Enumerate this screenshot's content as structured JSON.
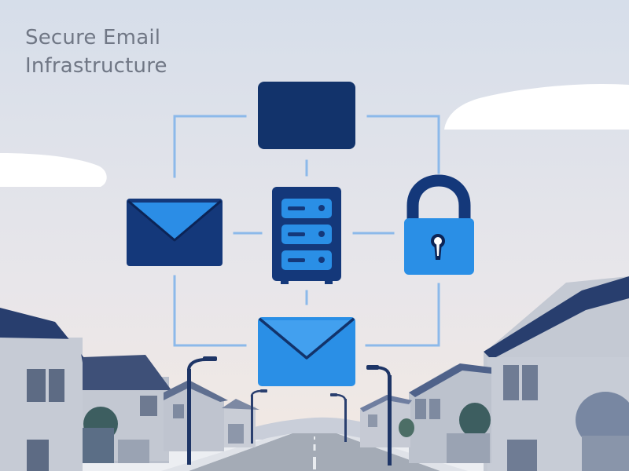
{
  "title": {
    "line1": "Secure Email",
    "line2": "Infrastructure"
  },
  "diagram": {
    "nodes": [
      {
        "id": "top-box",
        "icon": "rectangle-block"
      },
      {
        "id": "email-left",
        "icon": "envelope-icon"
      },
      {
        "id": "server",
        "icon": "server-rack-icon"
      },
      {
        "id": "lock",
        "icon": "padlock-icon"
      },
      {
        "id": "email-bottom",
        "icon": "envelope-icon"
      }
    ]
  },
  "colors": {
    "navy": "#12336b",
    "blue": "#2a8fe6",
    "connector": "#8cb9ea",
    "sky_top": "#d7deea",
    "sky_bottom": "#f1e8e3",
    "house": "#c3c8d2",
    "roof": "#283e6e",
    "road": "#9fa6b1"
  }
}
